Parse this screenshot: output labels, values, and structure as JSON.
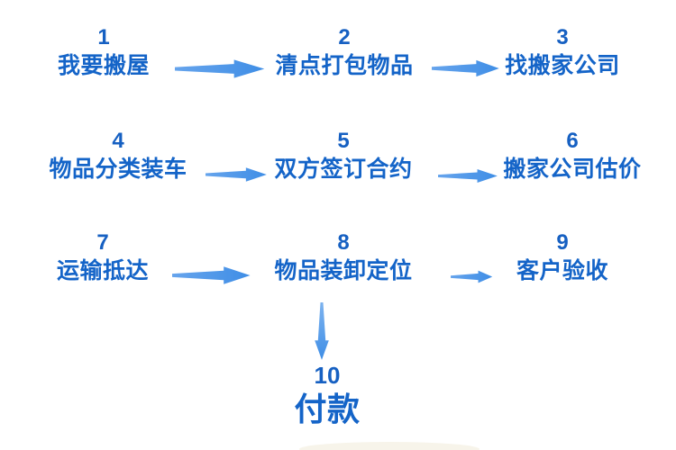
{
  "diagram": {
    "type": "flowchart",
    "language": "zh",
    "topic": "moving-house process",
    "colors": {
      "background": "#ffffff",
      "text_blue": "#1464c8",
      "number_blue": "#1660c2",
      "arrow_blue": "#4a93e8"
    },
    "steps": [
      {
        "number": "1",
        "label": "我要搬屋"
      },
      {
        "number": "2",
        "label": "清点打包物品"
      },
      {
        "number": "3",
        "label": "找搬家公司"
      },
      {
        "number": "4",
        "label": "物品分类装车"
      },
      {
        "number": "5",
        "label": "双方签订合约"
      },
      {
        "number": "6",
        "label": "搬家公司估价"
      },
      {
        "number": "7",
        "label": "运输抵达"
      },
      {
        "number": "8",
        "label": "物品装卸定位"
      },
      {
        "number": "9",
        "label": "客户验收"
      },
      {
        "number": "10",
        "label": "付款"
      }
    ],
    "connections": [
      {
        "from": "1",
        "to": "2",
        "direction": "right"
      },
      {
        "from": "2",
        "to": "3",
        "direction": "right"
      },
      {
        "from": "4",
        "to": "5",
        "direction": "right"
      },
      {
        "from": "5",
        "to": "6",
        "direction": "right"
      },
      {
        "from": "7",
        "to": "8",
        "direction": "right"
      },
      {
        "from": "8",
        "to": "9",
        "direction": "right"
      },
      {
        "from": "8",
        "to": "10",
        "direction": "down"
      }
    ]
  }
}
